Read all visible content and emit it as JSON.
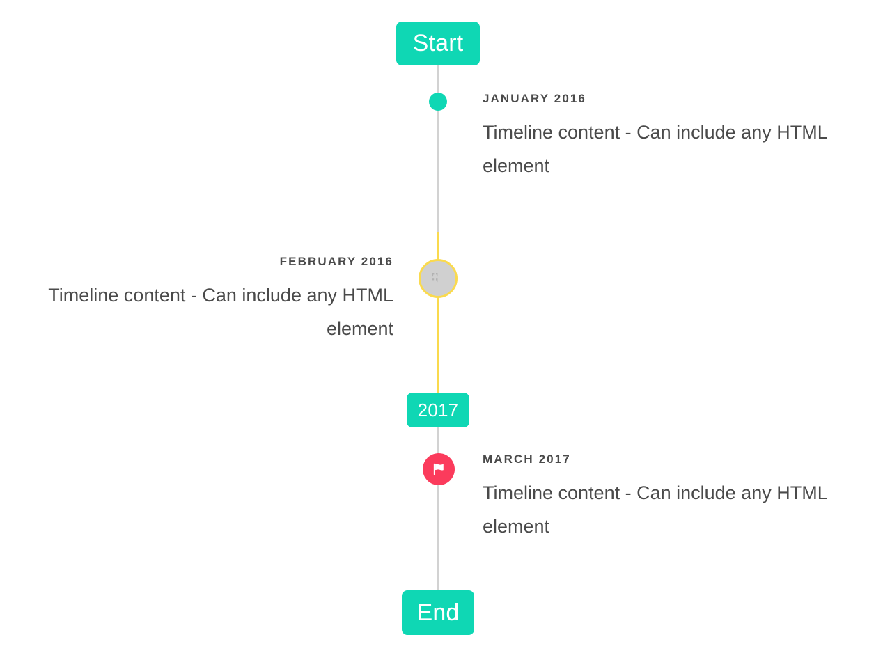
{
  "timeline": {
    "start_label": "Start",
    "year_label": "2017",
    "end_label": "End",
    "colors": {
      "accent_teal": "#0FD7B4",
      "accent_yellow": "#FADA4E",
      "accent_pink": "#FB3B5C",
      "line_gray": "#D2D2D2",
      "text_gray": "#4A4A4A",
      "marker_gray": "#D0D0D0"
    },
    "entries": [
      {
        "date": "JANUARY 2016",
        "body": "Timeline content - Can include any HTML element",
        "side": "right",
        "marker": "dot"
      },
      {
        "date": "FEBRUARY 2016",
        "body": "Timeline content - Can include any HTML element",
        "side": "left",
        "marker": "broken-image"
      },
      {
        "date": "MARCH 2017",
        "body": "Timeline content - Can include any HTML element",
        "side": "right",
        "marker": "flag"
      }
    ]
  }
}
